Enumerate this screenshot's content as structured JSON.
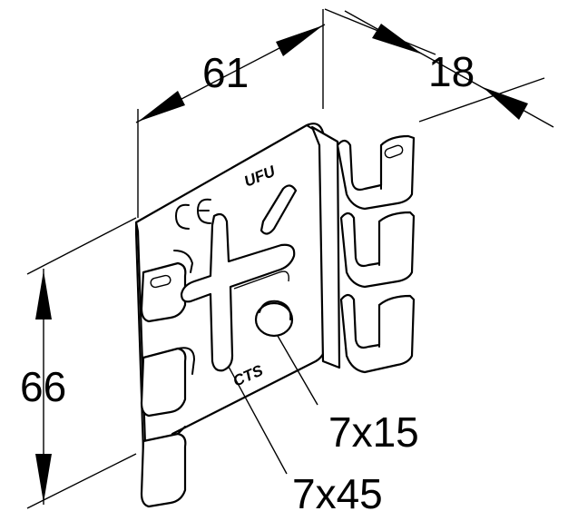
{
  "dimensions": {
    "width": "61",
    "depth": "18",
    "height": "66",
    "hole_round": "7x15",
    "hole_long": "7x45"
  },
  "markings": {
    "brand": "UFU",
    "series": "CTS",
    "conformity": "CE"
  }
}
